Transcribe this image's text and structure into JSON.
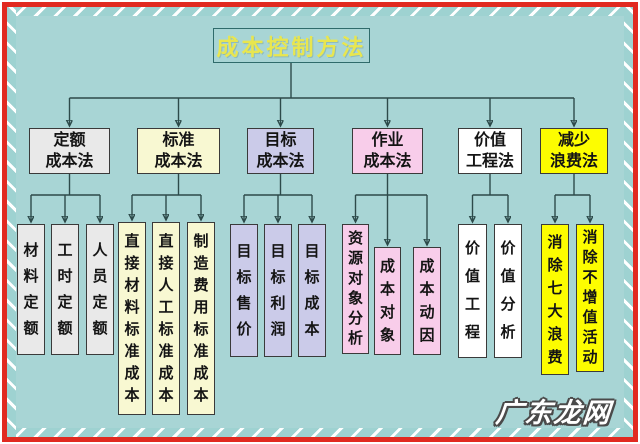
{
  "page": {
    "watermark": "广东龙网"
  },
  "palette": {
    "background": "#a8d5d5",
    "frame_red": "#e12a20",
    "frame_stripe_white": "#ffffff",
    "connector_line": "#2d4a4a",
    "title_text_yellow": "#e8e64f",
    "quota_fill_gray": "#e9e9e9",
    "standard_fill_cream": "#f8f8d2",
    "target_fill_lavender": "#cbcbe9",
    "activity_fill_pink": "#f8cdea",
    "value_fill_white": "#ffffff",
    "waste_fill_yellow": "#fdfd00",
    "node_text": "#141414"
  },
  "diagram": {
    "root": "成本控制方法",
    "branches": [
      {
        "label": "定额\n成本法",
        "children": [
          "材料定额",
          "工时定额",
          "人员定额"
        ]
      },
      {
        "label": "标准\n成本法",
        "children": [
          "直接材料标准成本",
          "直接人工标准成本",
          "制造费用标准成本"
        ]
      },
      {
        "label": "目标\n成本法",
        "children": [
          "目标售价",
          "目标利润",
          "目标成本"
        ]
      },
      {
        "label": "作业\n成本法",
        "children": [
          "资源对象分析",
          "成本对象",
          "成本动因"
        ]
      },
      {
        "label": "价值\n工程法",
        "children": [
          "价值工程",
          "价值分析"
        ]
      },
      {
        "label": "减少\n浪费法",
        "children": [
          "消除七大浪费",
          "消除不增值活动"
        ]
      }
    ]
  }
}
